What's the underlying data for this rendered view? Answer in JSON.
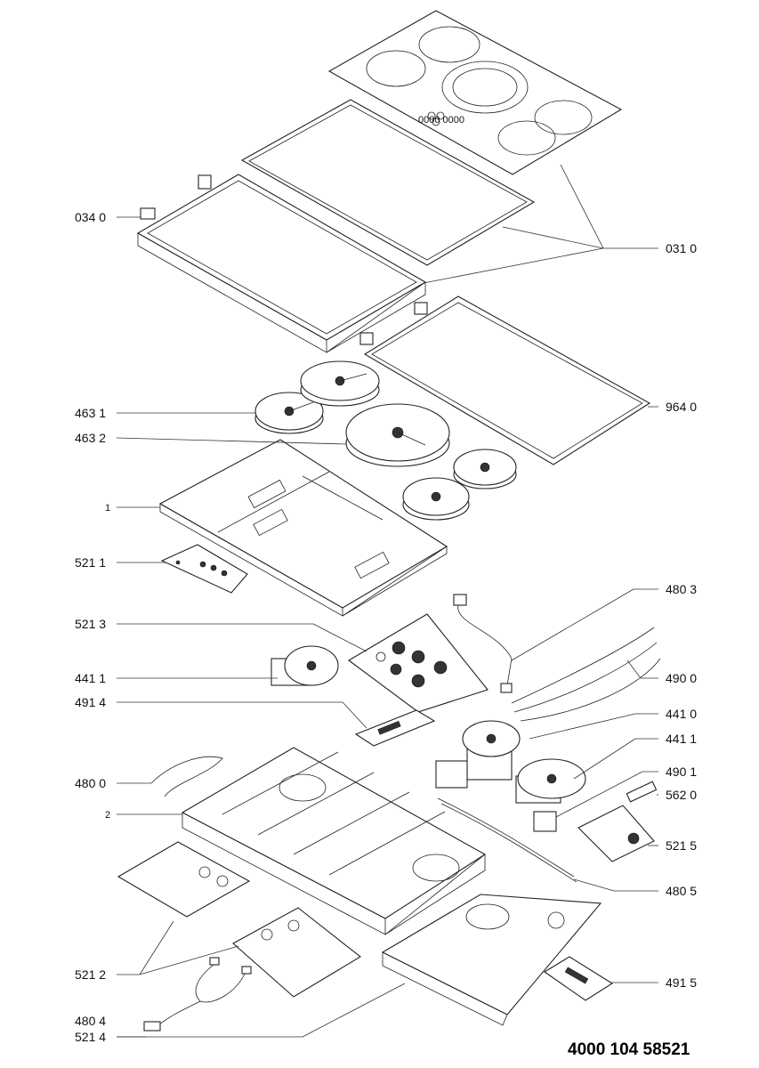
{
  "labels": {
    "l0340": "034 0",
    "l0310": "031 0",
    "l9640": "964 0",
    "l4631": "463 1",
    "l4632": "463 2",
    "l1": "1",
    "l5211": "521 1",
    "l4803": "480 3",
    "l5213": "521 3",
    "l4411": "441 1",
    "l4900": "490 0",
    "l4914": "491 4",
    "l4410": "441 0",
    "l4411b": "441 1",
    "l4800": "480 0",
    "l4901": "490 1",
    "l2": "2",
    "l5620": "562 0",
    "l5215": "521 5",
    "l4805": "480 5",
    "l5212": "521 2",
    "l4915": "491 5",
    "l4804": "480 4",
    "l5214": "521 4"
  },
  "document_number": "4000 104 58521",
  "glass_panel_marks": "0000  0000"
}
